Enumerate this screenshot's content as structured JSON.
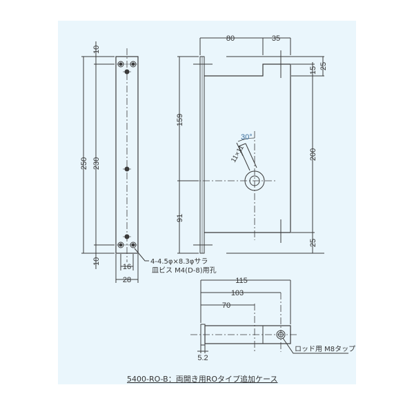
{
  "drawing": {
    "panel_color": "#eaf6fc",
    "line_color": "#3a3a3a",
    "angle_highlight_color": "#3b6f9e",
    "front_plate": {
      "dims": {
        "top_offset": "10",
        "overall_height": "250",
        "hole_span": "230",
        "bottom_offset": "10",
        "hole_pitch": "16",
        "width": "28"
      },
      "hole_note_line1": "4-4.5φ×8.3φサラ",
      "hole_note_line2": "皿ビス M4(D-8)用孔"
    },
    "side_view": {
      "dims": {
        "top_width": "80",
        "top_notch": "35",
        "notch_depth": "15",
        "top_offset": "25",
        "upper_height": "159",
        "lower_height": "91",
        "body_height": "200",
        "bottom_offset": "25",
        "angle": "30°",
        "square_size": "11×11"
      }
    },
    "rod_view": {
      "dims": {
        "overall_length": "115",
        "tap_position": "103",
        "mid_position": "70",
        "flange_thickness": "5.2"
      },
      "tap_note": "ロッド用 M8タップ"
    },
    "caption": "5400-RO-B：両開き用ROタイプ追加ケース"
  }
}
